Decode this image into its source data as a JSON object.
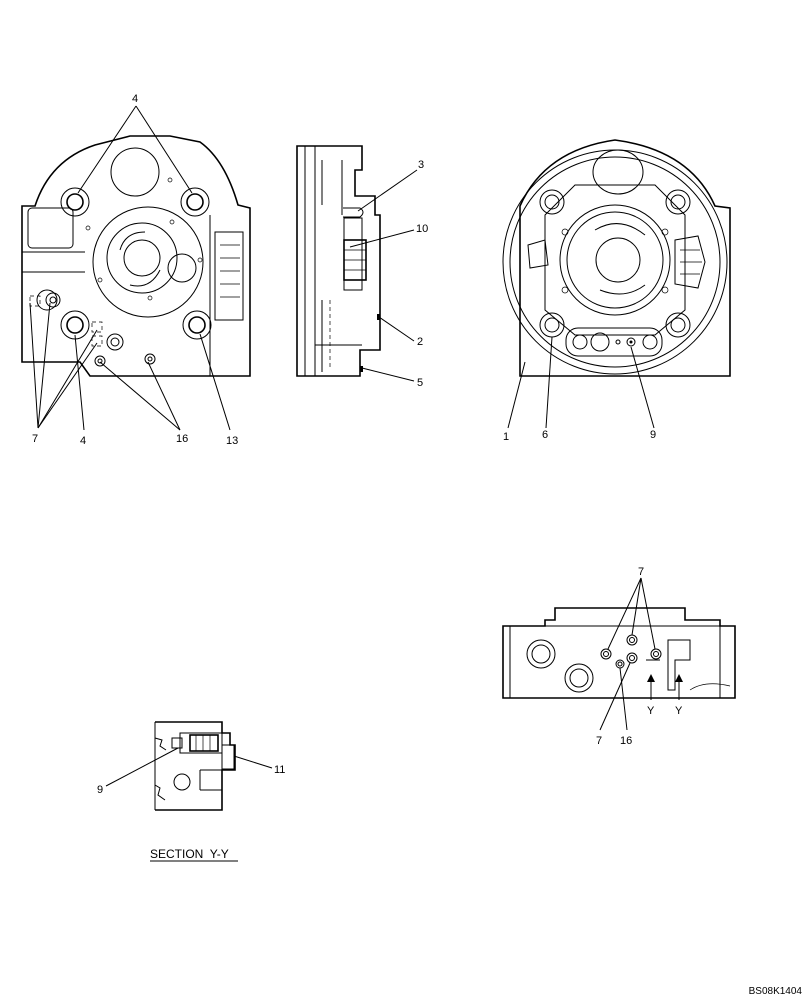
{
  "callouts": {
    "front": {
      "n4_top": "4",
      "n7": "7",
      "n4_bottom": "4",
      "n16": "16",
      "n13": "13"
    },
    "side": {
      "n3": "3",
      "n10": "10",
      "n2": "2",
      "n5": "5"
    },
    "rear": {
      "n1": "1",
      "n6": "6",
      "n9": "9"
    },
    "bottom": {
      "n7_top": "7",
      "n7_bottom": "7",
      "n16": "16",
      "y_left": "Y",
      "y_right": "Y"
    },
    "section": {
      "n9": "9",
      "n11": "11"
    }
  },
  "section_title": "SECTION  Y-Y",
  "drawing_ref": "BS08K1404"
}
